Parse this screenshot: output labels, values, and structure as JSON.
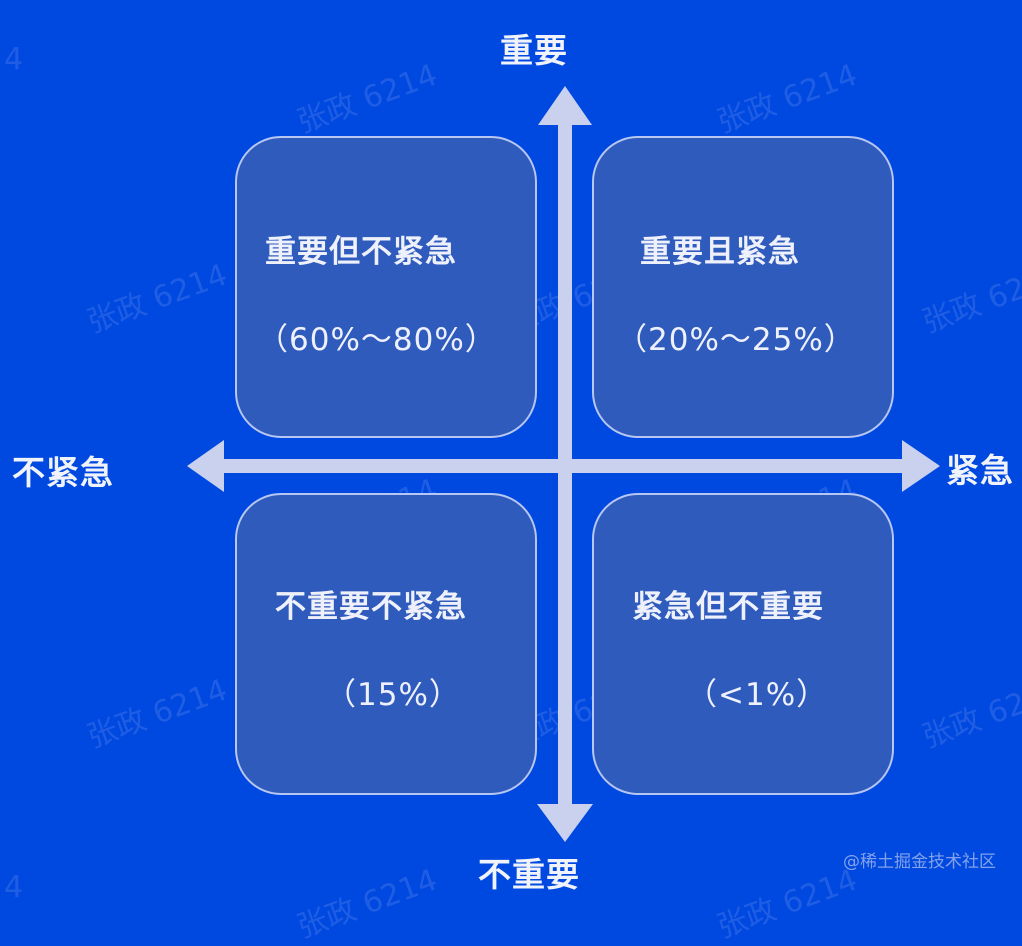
{
  "diagram": {
    "type": "eisenhower-matrix",
    "axes": {
      "top": "重要",
      "bottom": "不重要",
      "left": "不紧急",
      "right": "紧急"
    },
    "quadrants": {
      "top_left": {
        "title": "重要但不紧急",
        "percent": "（60%～80%）"
      },
      "top_right": {
        "title": "重要且紧急",
        "percent": "（20%～25%）"
      },
      "bottom_left": {
        "title": "不重要不紧急",
        "percent": "（15%）"
      },
      "bottom_right": {
        "title": "紧急但不重要",
        "percent": "（<1%）"
      }
    },
    "colors": {
      "background": "#0049e0",
      "box_fill": "#2f5bbd",
      "box_border": "#b7c6f2",
      "axis": "#c9d1ee",
      "text": "#eef1fb"
    }
  },
  "watermark": {
    "text": "张政 6214",
    "fragment": "4"
  },
  "source": "@稀土掘金技术社区"
}
